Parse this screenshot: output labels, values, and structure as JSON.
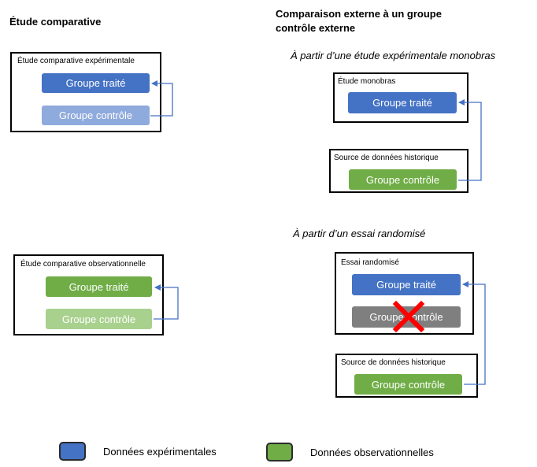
{
  "colors": {
    "experimental": "#4472c4",
    "experimental_light": "#8faadc",
    "observational": "#70ad47",
    "observational_light": "#a9d18e",
    "excluded_gray": "#7f7f7f",
    "cross_red": "#ff0000",
    "connector": "#4472c4"
  },
  "left": {
    "title": "Étude comparative",
    "experimental_panel": {
      "label": "Étude comparative expérimentale",
      "treated": "Groupe traité",
      "control": "Groupe contrôle"
    },
    "observational_panel": {
      "label": "Étude comparative observationnelle",
      "treated": "Groupe traité",
      "control": "Groupe contrôle"
    }
  },
  "right": {
    "title_line1": "Comparaison externe à un groupe",
    "title_line2": "contrôle externe",
    "monobras": {
      "subtitle": "À partir d’une étude expérimentale monobras",
      "study_label": "Étude monobras",
      "treated": "Groupe traité",
      "historical_label": "Source de données historique",
      "control": "Groupe contrôle"
    },
    "randomized": {
      "subtitle": "À partir d’un essai randomisé",
      "trial_label": "Essai randomisé",
      "treated": "Groupe traité",
      "excluded_control": "Groupe contrôle",
      "historical_label": "Source de données historique",
      "control": "Groupe contrôle"
    }
  },
  "legend": {
    "experimental": "Données expérimentales",
    "observational": "Données observationnelles"
  }
}
